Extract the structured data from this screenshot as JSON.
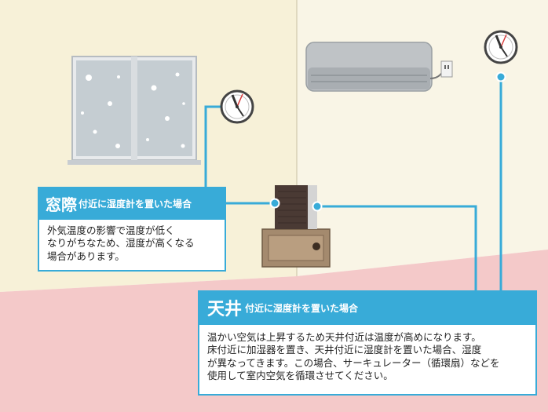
{
  "window_callout": {
    "title_main": "窓際",
    "title_sub": "付近に湿度計を置いた場合",
    "body_lines": [
      "外気温度の影響で温度が低く",
      "なりがちなため、湿度が高くなる",
      "場合があります。"
    ]
  },
  "ceiling_callout": {
    "title_main": "天井",
    "title_sub": "付近に湿度計を置いた場合",
    "body_lines": [
      "温かい空気は上昇するため天井付近は温度が高めになります。",
      "床付近に加湿器を置き、天井付近に湿度計を置いた場合、湿度",
      "が異なってきます。この場合、サーキュレーター（循環扇）などを",
      "使用して室内空気を循環させてください。"
    ]
  },
  "colors": {
    "wall_left": "#f7f1d8",
    "wall_right": "#f9f5e6",
    "floor": "#f4c9c9",
    "accent_blue": "#38abd8",
    "window_glass": "#c5cdd2",
    "humidifier_base": "#a48a6e"
  },
  "icons": [
    "window-icon",
    "air-conditioner-icon",
    "wall-outlet-icon",
    "hygrometer-icon",
    "humidifier-icon"
  ]
}
